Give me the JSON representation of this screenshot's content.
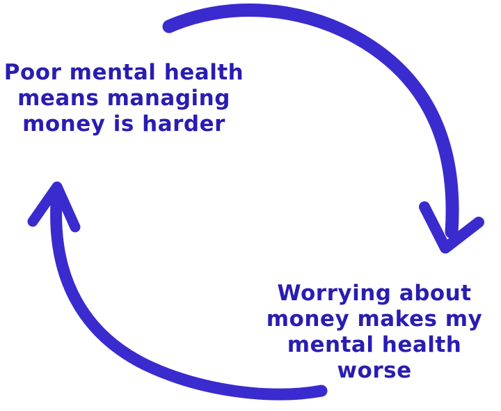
{
  "diagram": {
    "background_color": "#ffffff",
    "text_color": "#2a1db1",
    "arrow_color": "#3a2bce",
    "top_left_text": {
      "lines": [
        "Poor mental health",
        "means managing",
        "money is harder"
      ]
    },
    "bottom_right_text": {
      "lines": [
        "Worrying about",
        "money makes my",
        "mental health worse"
      ]
    },
    "icons": [
      "cycle-arrow-down-icon",
      "cycle-arrow-up-icon"
    ]
  }
}
